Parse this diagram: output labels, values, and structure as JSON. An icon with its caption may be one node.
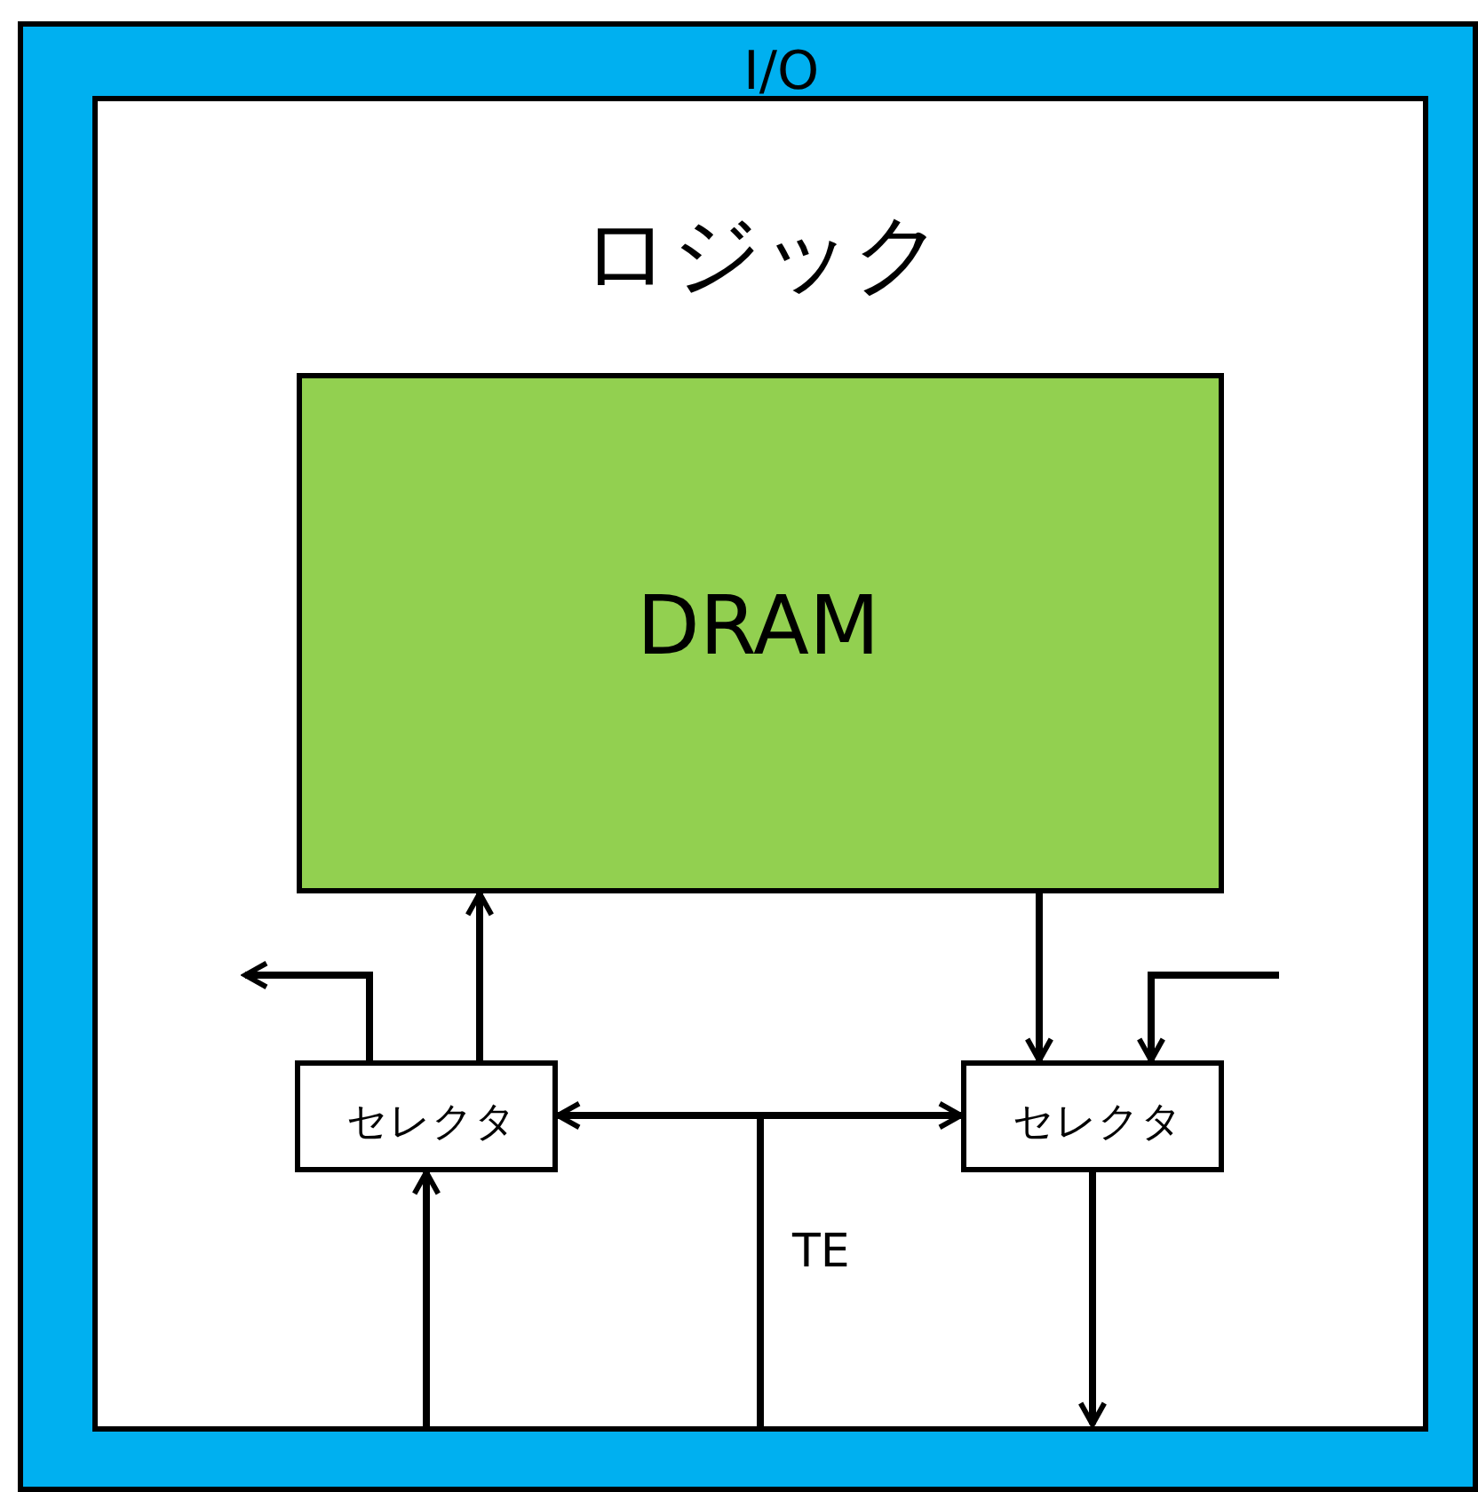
{
  "diagram": {
    "nodes": [
      {
        "text": [
          "I/O"
        ]
      },
      {
        "text": [
          "ロジック"
        ],
        "in": 0
      },
      {
        "text": [
          "DRAM"
        ],
        "in": 1
      },
      {
        "text": [
          "セレクタ"
        ],
        "in": 1
      },
      {
        "text": [
          "セレクタ"
        ],
        "in": 1
      }
    ],
    "edges": [
      {
        "from": 3,
        "to": 2,
        "arrow": "to"
      },
      {
        "from": 3,
        "to": null,
        "arrow": "to"
      },
      {
        "from": null,
        "to": 3,
        "arrow": "to"
      },
      {
        "from": 2,
        "to": 4,
        "arrow": "to"
      },
      {
        "from": null,
        "to": 4,
        "arrow": "to"
      },
      {
        "from": 4,
        "to": null,
        "arrow": "to"
      },
      {
        "from": null,
        "to": 3,
        "arrow": "to"
      },
      {
        "from": null,
        "to": 4,
        "arrow": "to"
      }
    ],
    "labels": [
      "TE"
    ]
  }
}
